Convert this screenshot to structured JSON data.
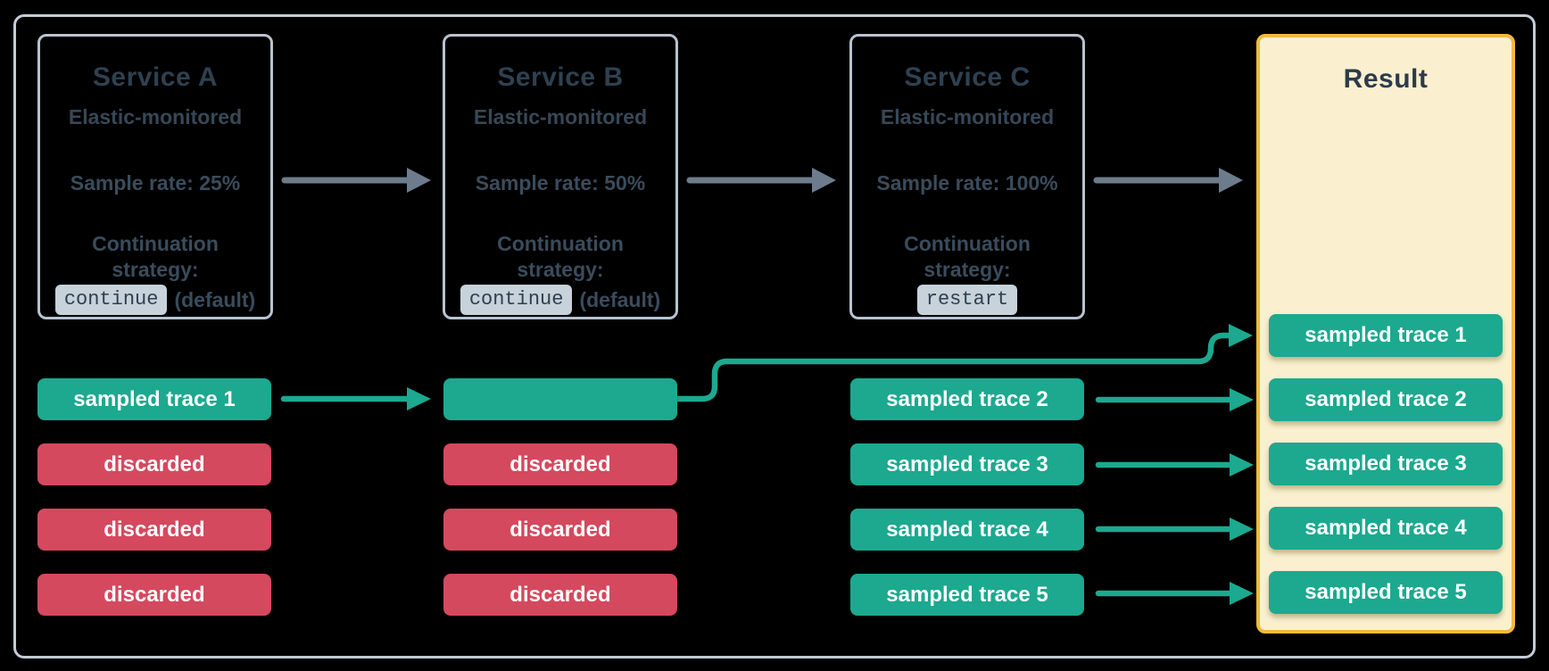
{
  "colors": {
    "background": "#000000",
    "frame_border": "#c2ccd6",
    "service_box_border": "#b7c3cf",
    "service_title_text": "#2e4150",
    "service_body_text": "#3a4c5c",
    "code_chip_bg": "#c7d2db",
    "teal_chip": "#1ca98f",
    "red_chip": "#d4495e",
    "chip_text": "#ffffff",
    "gray_arrow": "#6d7c8d",
    "teal_arrow": "#1ca98f",
    "result_bg": "#faf0cf",
    "result_border": "#f2ba3e",
    "result_title_text": "#2c3b4d"
  },
  "services": [
    {
      "name": "Service A",
      "monitored": "Elastic-monitored",
      "sample_rate": "Sample rate: 25%",
      "strategy_label": "Continuation strategy:",
      "strategy_value": "continue",
      "strategy_suffix": "(default)"
    },
    {
      "name": "Service B",
      "monitored": "Elastic-monitored",
      "sample_rate": "Sample rate: 50%",
      "strategy_label": "Continuation strategy:",
      "strategy_value": "continue",
      "strategy_suffix": "(default)"
    },
    {
      "name": "Service C",
      "monitored": "Elastic-monitored",
      "sample_rate": "Sample rate: 100%",
      "strategy_label": "Continuation strategy:",
      "strategy_value": "restart",
      "strategy_suffix": ""
    }
  ],
  "trace_columns": {
    "service_a": [
      "sampled trace 1",
      "discarded",
      "discarded",
      "discarded"
    ],
    "service_b": [
      "",
      "discarded",
      "discarded",
      "discarded"
    ],
    "service_c": [
      "sampled trace 2",
      "sampled trace 3",
      "sampled trace 4",
      "sampled trace 5"
    ]
  },
  "result": {
    "title": "Result",
    "traces": [
      "sampled trace 1",
      "sampled trace 2",
      "sampled trace 3",
      "sampled trace 4",
      "sampled trace 5"
    ]
  }
}
